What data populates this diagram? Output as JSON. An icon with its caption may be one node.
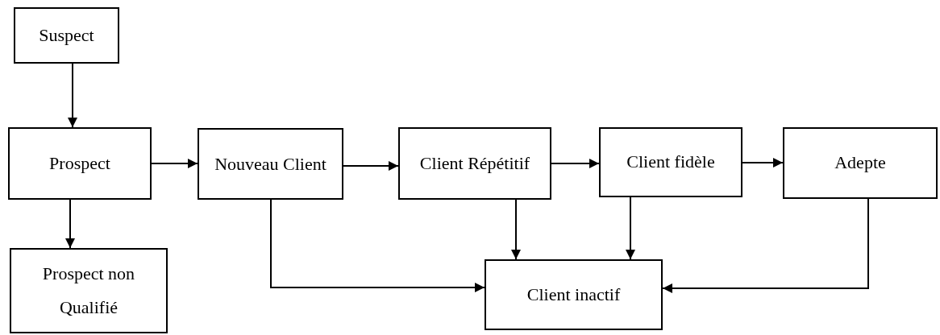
{
  "diagram": {
    "nodes": [
      {
        "text": [
          "Suspect"
        ]
      },
      {
        "text": [
          "Prospect"
        ]
      },
      {
        "text": [
          "Nouveau Client"
        ]
      },
      {
        "text": [
          "Client Répétitif"
        ]
      },
      {
        "text": [
          "Client fidèle"
        ]
      },
      {
        "text": [
          "Adepte"
        ]
      },
      {
        "text": [
          "Prospect non Qualifié"
        ]
      },
      {
        "text": [
          "Client inactif"
        ]
      }
    ],
    "edges": [
      {
        "from": 0,
        "to": 1,
        "arrow": "to"
      },
      {
        "from": 1,
        "to": 2,
        "arrow": "to"
      },
      {
        "from": 2,
        "to": 3,
        "arrow": "to"
      },
      {
        "from": 3,
        "to": 4,
        "arrow": "to"
      },
      {
        "from": 4,
        "to": 5,
        "arrow": "to"
      },
      {
        "from": 1,
        "to": 6,
        "arrow": "to"
      },
      {
        "from": 2,
        "to": 7,
        "arrow": "to"
      },
      {
        "from": 3,
        "to": 7,
        "arrow": "to"
      },
      {
        "from": 4,
        "to": 7,
        "arrow": "to"
      },
      {
        "from": 5,
        "to": 7,
        "arrow": "to"
      }
    ]
  }
}
